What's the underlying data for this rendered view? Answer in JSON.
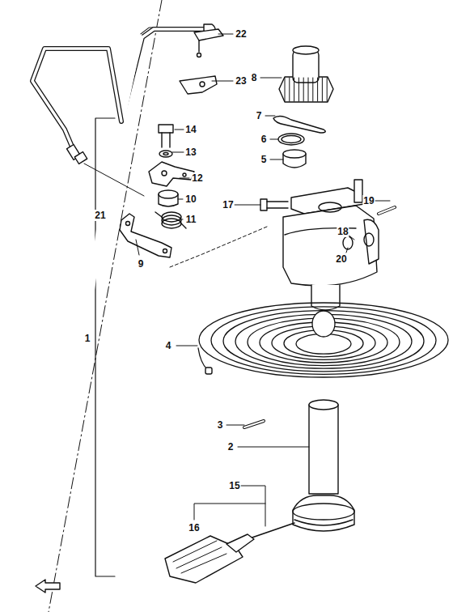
{
  "diagram": {
    "labels": [
      "22",
      "23",
      "8",
      "21",
      "7",
      "6",
      "14",
      "5",
      "13",
      "12",
      "17",
      "19",
      "10",
      "11",
      "18",
      "20",
      "9",
      "1",
      "4",
      "3",
      "2",
      "15",
      "16"
    ]
  }
}
